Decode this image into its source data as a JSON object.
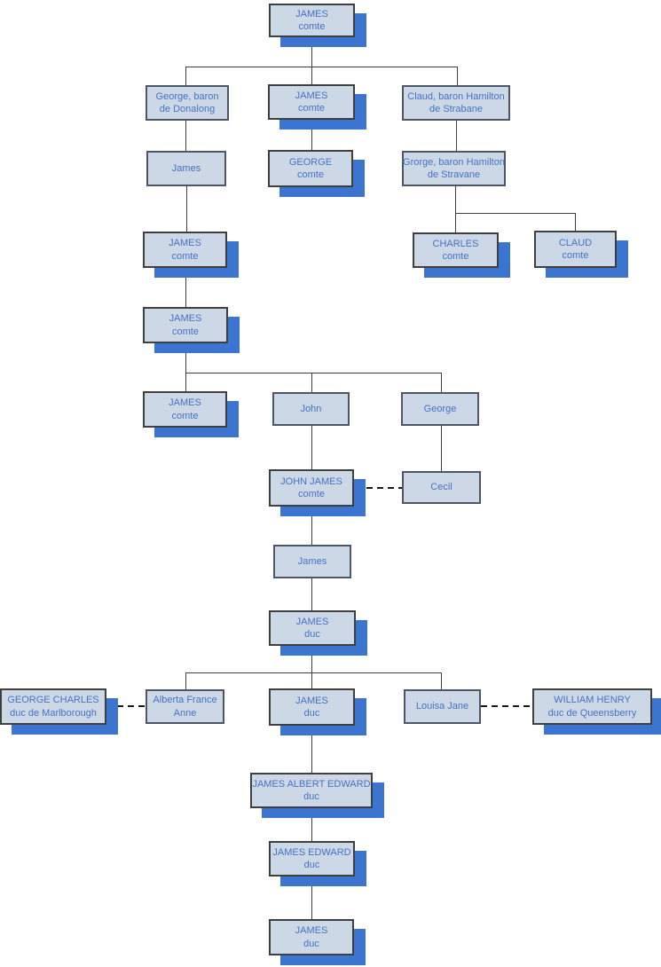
{
  "diagram": {
    "type": "family-tree",
    "nodes": [
      {
        "id": "n1",
        "line1": "JAMES",
        "line2": "comte",
        "titled": true
      },
      {
        "id": "n2",
        "line1": "George, baron",
        "line2": "de Donalong",
        "titled": false
      },
      {
        "id": "n3",
        "line1": "JAMES",
        "line2": "comte",
        "titled": true
      },
      {
        "id": "n4",
        "line1": "Claud, baron Hamilton",
        "line2": "de Strabane",
        "titled": false
      },
      {
        "id": "n5",
        "line1": "James",
        "line2": "",
        "titled": false
      },
      {
        "id": "n6",
        "line1": "GEORGE",
        "line2": "comte",
        "titled": true
      },
      {
        "id": "n7",
        "line1": "Grorge, baron Hamilton",
        "line2": "de Stravane",
        "titled": false
      },
      {
        "id": "n8",
        "line1": "JAMES",
        "line2": "comte",
        "titled": true
      },
      {
        "id": "n9",
        "line1": "CHARLES",
        "line2": "comte",
        "titled": true
      },
      {
        "id": "n10",
        "line1": "CLAUD",
        "line2": "comte",
        "titled": true
      },
      {
        "id": "n11",
        "line1": "JAMES",
        "line2": "comte",
        "titled": true
      },
      {
        "id": "n12",
        "line1": "JAMES",
        "line2": "comte",
        "titled": true
      },
      {
        "id": "n13",
        "line1": "John",
        "line2": "",
        "titled": false
      },
      {
        "id": "n14",
        "line1": "George",
        "line2": "",
        "titled": false
      },
      {
        "id": "n15",
        "line1": "JOHN JAMES",
        "line2": "comte",
        "titled": true
      },
      {
        "id": "n16",
        "line1": "Cecil",
        "line2": "",
        "titled": false
      },
      {
        "id": "n17",
        "line1": "James",
        "line2": "",
        "titled": false
      },
      {
        "id": "n18",
        "line1": "JAMES",
        "line2": "duc",
        "titled": true
      },
      {
        "id": "n19",
        "line1": "GEORGE CHARLES",
        "line2": "duc de Marlborough",
        "titled": true
      },
      {
        "id": "n20",
        "line1": "Alberta France",
        "line2": "Anne",
        "titled": false
      },
      {
        "id": "n21",
        "line1": "JAMES",
        "line2": "duc",
        "titled": true
      },
      {
        "id": "n22",
        "line1": "Louisa Jane",
        "line2": "",
        "titled": false
      },
      {
        "id": "n23",
        "line1": "WILLIAM HENRY",
        "line2": "duc de Queensberry",
        "titled": true
      },
      {
        "id": "n24",
        "line1": "JAMES ALBERT EDWARD",
        "line2": "duc",
        "titled": true
      },
      {
        "id": "n25",
        "line1": "JAMES EDWARD",
        "line2": "duc",
        "titled": true
      },
      {
        "id": "n26",
        "line1": "JAMES",
        "line2": "duc",
        "titled": true
      }
    ],
    "parent_child": [
      {
        "parent": "n1",
        "children": [
          "n2",
          "n3",
          "n4"
        ]
      },
      {
        "parent": "n2",
        "children": [
          "n5"
        ]
      },
      {
        "parent": "n3",
        "children": [
          "n6"
        ]
      },
      {
        "parent": "n4",
        "children": [
          "n7"
        ]
      },
      {
        "parent": "n5",
        "children": [
          "n8"
        ]
      },
      {
        "parent": "n7",
        "children": [
          "n9",
          "n10"
        ]
      },
      {
        "parent": "n8",
        "children": [
          "n11"
        ]
      },
      {
        "parent": "n11",
        "children": [
          "n12",
          "n13",
          "n14"
        ]
      },
      {
        "parent": "n13",
        "children": [
          "n15"
        ]
      },
      {
        "parent": "n14",
        "children": [
          "n16"
        ]
      },
      {
        "parent": "n15",
        "children": [
          "n17"
        ]
      },
      {
        "parent": "n17",
        "children": [
          "n18"
        ]
      },
      {
        "parent": "n18",
        "children": [
          "n20",
          "n21",
          "n22"
        ]
      },
      {
        "parent": "n21",
        "children": [
          "n24"
        ]
      },
      {
        "parent": "n24",
        "children": [
          "n25"
        ]
      },
      {
        "parent": "n25",
        "children": [
          "n26"
        ]
      }
    ],
    "marriages": [
      {
        "a": "n15",
        "b": "n16"
      },
      {
        "a": "n19",
        "b": "n20"
      },
      {
        "a": "n22",
        "b": "n23"
      }
    ],
    "colors": {
      "node_fill": "#cdd8e6",
      "node_border_titled": "#3f3f3f",
      "node_border_plain": "#4d5668",
      "shadow": "#3c75d0",
      "text": "#4472c4",
      "connector": "#3f3f3f",
      "background": "#ffffff"
    }
  }
}
